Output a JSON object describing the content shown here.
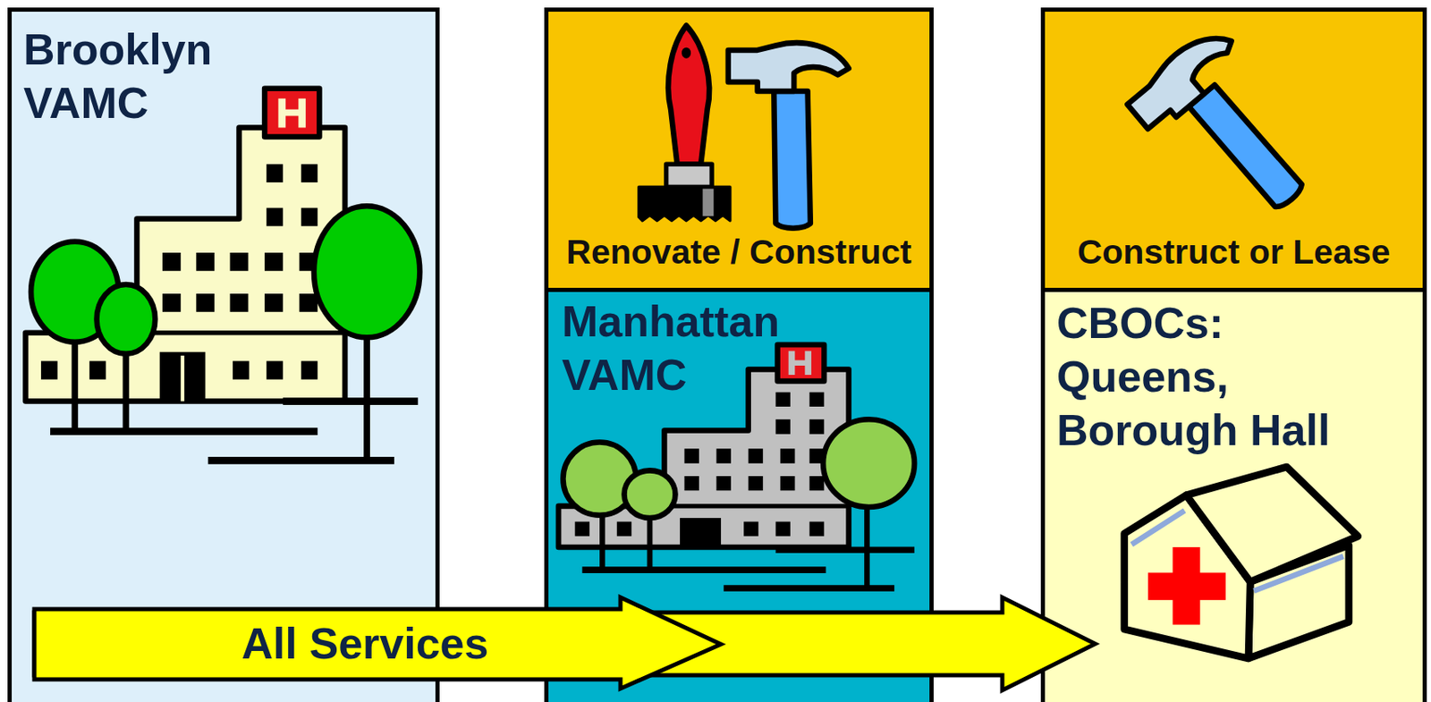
{
  "diagram": {
    "nodes": [
      {
        "text": [
          "Brooklyn VAMC"
        ]
      },
      {
        "text": [
          "Renovate / Construct"
        ]
      },
      {
        "text": [
          "Manhattan VAMC"
        ]
      },
      {
        "text": [
          "Construct or Lease"
        ]
      },
      {
        "text": [
          "CBOCs: Queens, Borough Hall"
        ]
      }
    ],
    "edges": [
      {
        "from": 0,
        "to": 2,
        "label": "All Services",
        "arrow": "to"
      },
      {
        "from": 0,
        "to": 4,
        "arrow": "to"
      }
    ]
  }
}
